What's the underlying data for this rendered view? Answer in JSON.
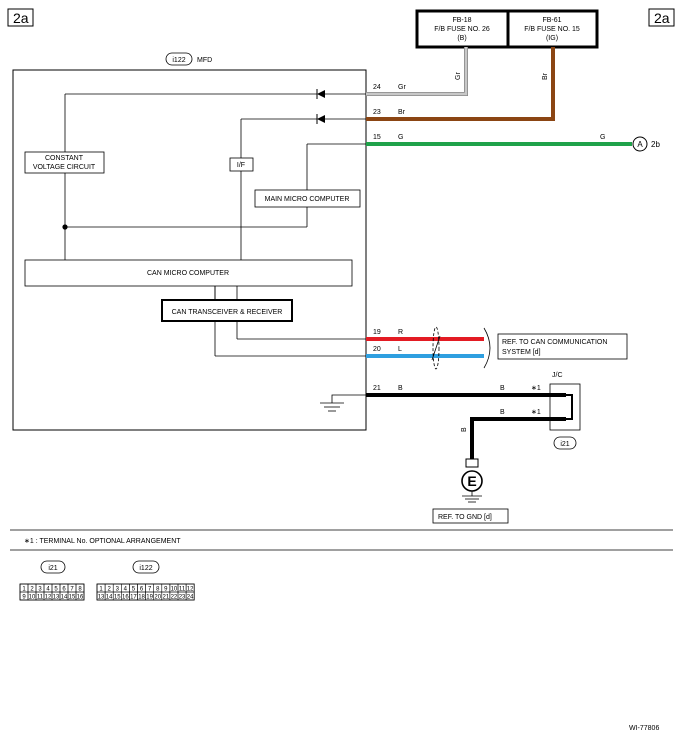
{
  "page": {
    "section_left": "2a",
    "section_right": "2a",
    "figure_id": "WI-77806"
  },
  "fuses": [
    {
      "id": "FB-18",
      "line1": "F/B FUSE NO. 26",
      "line2": "(B)",
      "wire_color": "Gr"
    },
    {
      "id": "FB-61",
      "line1": "F/B FUSE NO. 15",
      "line2": "(IG)",
      "wire_color": "Br"
    }
  ],
  "unit": {
    "connector": "i122",
    "name": "MFD",
    "blocks": {
      "constant_voltage_1": "CONSTANT",
      "constant_voltage_2": "VOLTAGE CIRCUIT",
      "if": "I/F",
      "main_micro": "MAIN MICRO COMPUTER",
      "can_micro": "CAN MICRO COMPUTER",
      "can_transceiver": "CAN TRANSCEIVER & RECEIVER"
    }
  },
  "terminals": [
    {
      "pin": "24",
      "color": "Gr"
    },
    {
      "pin": "23",
      "color": "Br"
    },
    {
      "pin": "15",
      "color": "G"
    },
    {
      "pin": "19",
      "color": "R"
    },
    {
      "pin": "20",
      "color": "L"
    },
    {
      "pin": "21",
      "color": "B"
    }
  ],
  "wires": {
    "g_far_label": "G",
    "b_label_upper": "B",
    "b_label_lower": "B",
    "b_vertical_label": "B",
    "star1_upper": "∗1",
    "star1_lower": "∗1"
  },
  "refs": {
    "a_connector": "A",
    "a_ref": "2b",
    "can_ref_1": "REF. TO CAN COMMUNICATION",
    "can_ref_2": "SYSTEM  [d]",
    "jc_label": "J/C",
    "jc_connector": "i21",
    "ground_symbol": "E",
    "gnd_ref": "REF. TO GND  [d]"
  },
  "legend": {
    "note": "∗1  : TERMINAL No. OPTIONAL ARRANGEMENT"
  },
  "connector_views": [
    {
      "name": "i21",
      "top": [
        "1",
        "2",
        "3",
        "4",
        "5",
        "6",
        "7",
        "8"
      ],
      "bottom": [
        "9",
        "10",
        "11",
        "12",
        "13",
        "14",
        "15",
        "16"
      ]
    },
    {
      "name": "i122",
      "top": [
        "1",
        "2",
        "3",
        "4",
        "5",
        "6",
        "7",
        "8",
        "9",
        "10",
        "11",
        "12"
      ],
      "bottom": [
        "13",
        "14",
        "15",
        "16",
        "17",
        "18",
        "19",
        "20",
        "21",
        "22",
        "23",
        "24"
      ]
    }
  ],
  "colors": {
    "gr": "#c8c8c8",
    "br": "#8b4513",
    "g": "#1fa24a",
    "r": "#e31b23",
    "l": "#2e9fe0",
    "b": "#000000"
  }
}
